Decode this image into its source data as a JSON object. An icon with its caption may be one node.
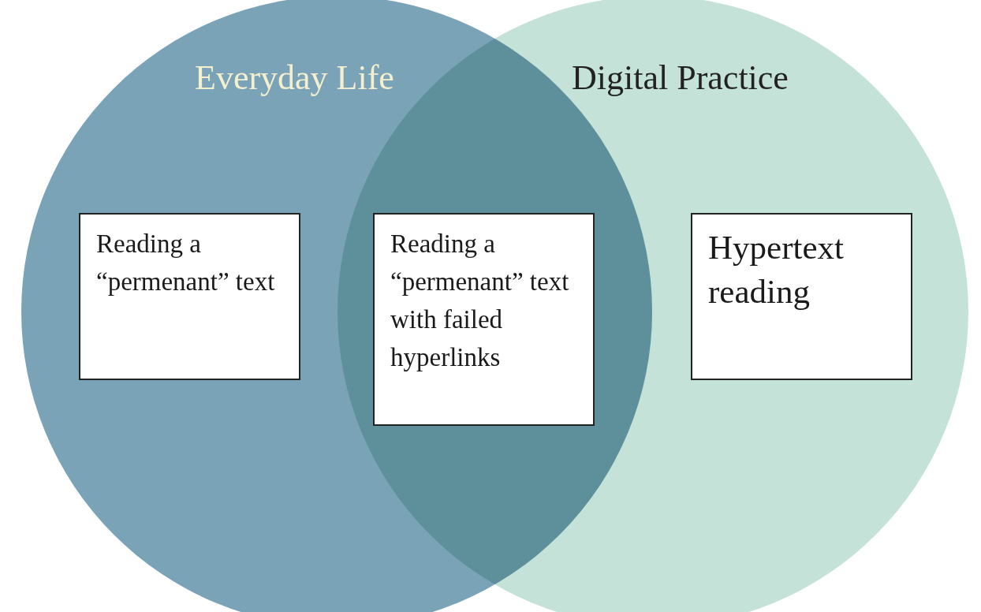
{
  "diagram": {
    "nodes": [
      {
        "text": [
          "Everyday Life"
        ]
      },
      {
        "text": [
          "Digital Practice"
        ]
      },
      {
        "text": [
          "Reading a “permenant” text"
        ],
        "in": 0
      },
      {
        "text": [
          "Reading a “permenant” text with failed hyperlinks"
        ]
      },
      {
        "text": [
          "Hypertext reading"
        ],
        "in": 1
      }
    ],
    "edges": []
  }
}
